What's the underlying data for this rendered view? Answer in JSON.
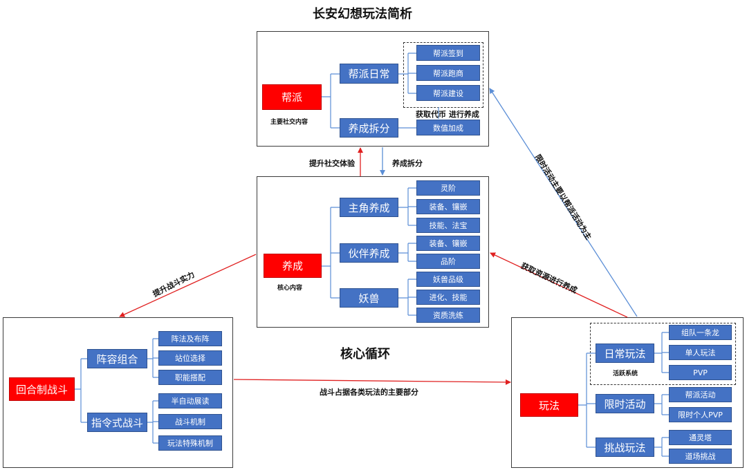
{
  "title": "长安幻想玩法简析",
  "center_title": "核心循环",
  "colors": {
    "blue": "#4472c4",
    "red": "#ff0000",
    "connector_blue": "#5b8ed6",
    "arrow_red": "#e02020"
  },
  "guild": {
    "root": "帮派",
    "root_caption": "主要社交内容",
    "daily": "帮派日常",
    "daily_items": [
      "帮派签到",
      "帮派跑商",
      "帮派建设"
    ],
    "split": "养成拆分",
    "split_items": [
      "数值加成"
    ],
    "note": "获取代币 进行养成"
  },
  "growth": {
    "root": "养成",
    "root_caption": "核心内容",
    "hero": "主角养成",
    "hero_items": [
      "灵阶",
      "装备、镶嵌",
      "技能、法宝"
    ],
    "partner": "伙伴养成",
    "partner_items": [
      "装备、镶嵌",
      "品阶"
    ],
    "beast": "妖兽",
    "beast_items": [
      "妖兽品级",
      "进化、技能",
      "资质洗练"
    ]
  },
  "battle": {
    "root": "回合制战斗",
    "lineup": "阵容组合",
    "lineup_items": [
      "阵法及布阵",
      "站位选择",
      "职能搭配"
    ],
    "command": "指令式战斗",
    "command_items": [
      "半自动展读",
      "战斗机制",
      "玩法特殊机制"
    ]
  },
  "gameplay": {
    "root": "玩法",
    "daily": "日常玩法",
    "daily_caption": "活跃系统",
    "daily_items": [
      "组队一条龙",
      "单人玩法",
      "PVP"
    ],
    "limited": "限时活动",
    "limited_items": [
      "帮派活动",
      "限时个人PVP"
    ],
    "challenge": "挑战玩法",
    "challenge_items": [
      "通灵塔",
      "道场挑战"
    ]
  },
  "links": {
    "growth_to_guild": "提升社交体验",
    "guild_to_growth": "养成拆分",
    "growth_to_battle": "提升战斗实力",
    "battle_to_gameplay": "战斗占据各类玩法的主要部分",
    "gameplay_to_growth": "获取资源进行养成",
    "gameplay_to_guild": "限时活动主要以帮派活动为主"
  }
}
